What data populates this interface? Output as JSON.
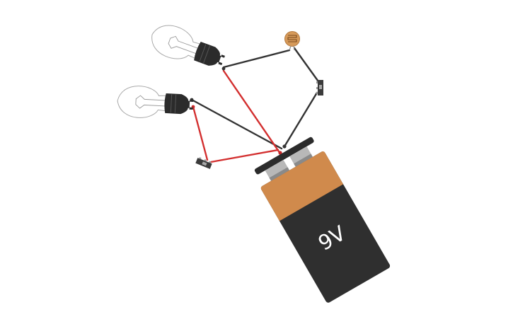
{
  "battery": {
    "label": "9V",
    "colors": {
      "body": "#2f2f2f",
      "top_band": "#d08a4c",
      "terminal": "#b8b8b8",
      "cap": "#2b2b2b",
      "label_text": "#ffffff"
    }
  },
  "components": {
    "bulbs": [
      "bulb-top",
      "bulb-left"
    ],
    "photoresistor": "photoresistor",
    "switches": [
      "switch-right",
      "switch-bottom"
    ]
  },
  "wires": {
    "colors": {
      "black": "#333333",
      "red": "#d32f2f"
    }
  }
}
